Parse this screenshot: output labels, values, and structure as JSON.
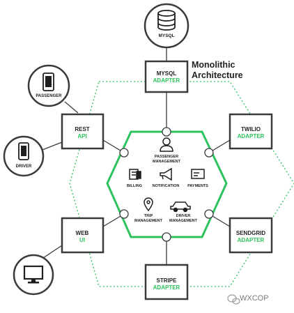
{
  "title": {
    "line1": "Monolithic",
    "line2": "Architecture"
  },
  "services": {
    "passenger_management": [
      "PASSENGER",
      "MANAGEMENT"
    ],
    "billing": "BILLING",
    "notification": "NOTIFICATION",
    "payments": "PAYMENTS",
    "trip_management": [
      "TRIP",
      "MANAGEMENT"
    ],
    "driver_management": [
      "DRIVER",
      "MANAGEMENT"
    ]
  },
  "adapters": {
    "mysql": [
      "MYSQL",
      "ADAPTER"
    ],
    "rest": [
      "REST",
      "API"
    ],
    "twilio": [
      "TWILIO",
      "ADAPTER"
    ],
    "web": [
      "WEB",
      "UI"
    ],
    "sendgrid": [
      "SENDGRID",
      "ADAPTER"
    ],
    "stripe": [
      "STRIPE",
      "ADAPTER"
    ]
  },
  "externals": {
    "mysql": "MYSQL",
    "passenger": "PASSENGER",
    "driver": "DRIVER"
  },
  "watermark": "WXCOP",
  "colors": {
    "accent": "#2ec25e",
    "dark": "#3a3a3a",
    "text": "#1f1f1f"
  }
}
